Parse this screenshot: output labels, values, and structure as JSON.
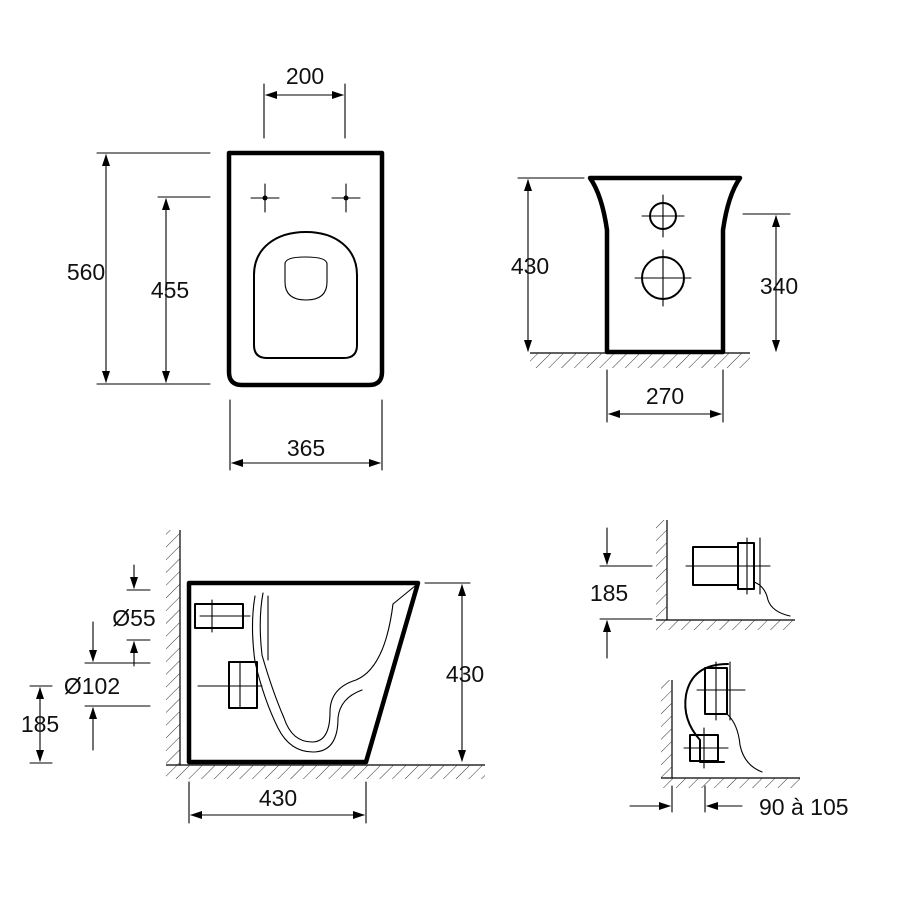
{
  "top_view": {
    "width_label": "365",
    "depth_label": "560",
    "fixing_depth_label": "455",
    "fixing_spacing_label": "200"
  },
  "rear_view": {
    "height_label": "430",
    "inlet_height_label": "340",
    "base_width_label": "270"
  },
  "side_view": {
    "height_label": "430",
    "length_label": "430",
    "inlet_diameter_label": "Ø55",
    "outlet_diameter_label": "Ø102",
    "outlet_height_label": "185"
  },
  "detail_horizontal": {
    "outlet_height_label": "185"
  },
  "detail_vertical": {
    "offset_label": "90 à 105"
  }
}
